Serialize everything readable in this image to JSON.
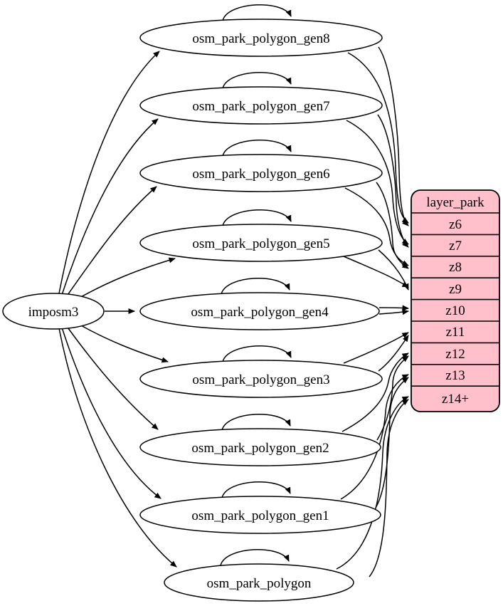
{
  "diagram": {
    "background_color": "#ffffff",
    "node_fill_color": "#ffffff",
    "edge_color": "#000000",
    "source_node": {
      "label": "imposm3"
    },
    "tables": [
      {
        "label": "osm_park_polygon_gen8",
        "maps_to_zoom": "z6"
      },
      {
        "label": "osm_park_polygon_gen7",
        "maps_to_zoom": "z7"
      },
      {
        "label": "osm_park_polygon_gen6",
        "maps_to_zoom": "z8"
      },
      {
        "label": "osm_park_polygon_gen5",
        "maps_to_zoom": "z9"
      },
      {
        "label": "osm_park_polygon_gen4",
        "maps_to_zoom": "z10"
      },
      {
        "label": "osm_park_polygon_gen3",
        "maps_to_zoom": "z11"
      },
      {
        "label": "osm_park_polygon_gen2",
        "maps_to_zoom": "z12"
      },
      {
        "label": "osm_park_polygon_gen1",
        "maps_to_zoom": "z13"
      },
      {
        "label": "osm_park_polygon",
        "maps_to_zoom": "z14+"
      }
    ],
    "layer_table": {
      "title": "layer_park",
      "rows": [
        "z6",
        "z7",
        "z8",
        "z9",
        "z10",
        "z11",
        "z12",
        "z13",
        "z14+"
      ],
      "fill_color": "#ffc0cb",
      "border_color": "#000000"
    },
    "edges": {
      "source_to_tables": [
        {
          "from": "imposm3",
          "to": "osm_park_polygon_gen8"
        },
        {
          "from": "imposm3",
          "to": "osm_park_polygon_gen7"
        },
        {
          "from": "imposm3",
          "to": "osm_park_polygon_gen6"
        },
        {
          "from": "imposm3",
          "to": "osm_park_polygon_gen5"
        },
        {
          "from": "imposm3",
          "to": "osm_park_polygon_gen4"
        },
        {
          "from": "imposm3",
          "to": "osm_park_polygon_gen3"
        },
        {
          "from": "imposm3",
          "to": "osm_park_polygon_gen2"
        },
        {
          "from": "imposm3",
          "to": "osm_park_polygon_gen1"
        },
        {
          "from": "imposm3",
          "to": "osm_park_polygon"
        }
      ],
      "self_loops": [
        "osm_park_polygon_gen8",
        "osm_park_polygon_gen7",
        "osm_park_polygon_gen6",
        "osm_park_polygon_gen5",
        "osm_park_polygon_gen4",
        "osm_park_polygon_gen3",
        "osm_park_polygon_gen2",
        "osm_park_polygon_gen1",
        "osm_park_polygon"
      ],
      "tables_to_layer_rows": [
        {
          "from": "osm_park_polygon_gen8",
          "to": "z6",
          "arrow_count": 2
        },
        {
          "from": "osm_park_polygon_gen7",
          "to": "z7",
          "arrow_count": 2
        },
        {
          "from": "osm_park_polygon_gen6",
          "to": "z8",
          "arrow_count": 2
        },
        {
          "from": "osm_park_polygon_gen5",
          "to": "z9",
          "arrow_count": 2
        },
        {
          "from": "osm_park_polygon_gen4",
          "to": "z10",
          "arrow_count": 2
        },
        {
          "from": "osm_park_polygon_gen3",
          "to": "z11",
          "arrow_count": 2
        },
        {
          "from": "osm_park_polygon_gen2",
          "to": "z12",
          "arrow_count": 2
        },
        {
          "from": "osm_park_polygon_gen1",
          "to": "z13",
          "arrow_count": 2
        },
        {
          "from": "osm_park_polygon",
          "to": "z14+",
          "arrow_count": 2
        }
      ]
    }
  }
}
